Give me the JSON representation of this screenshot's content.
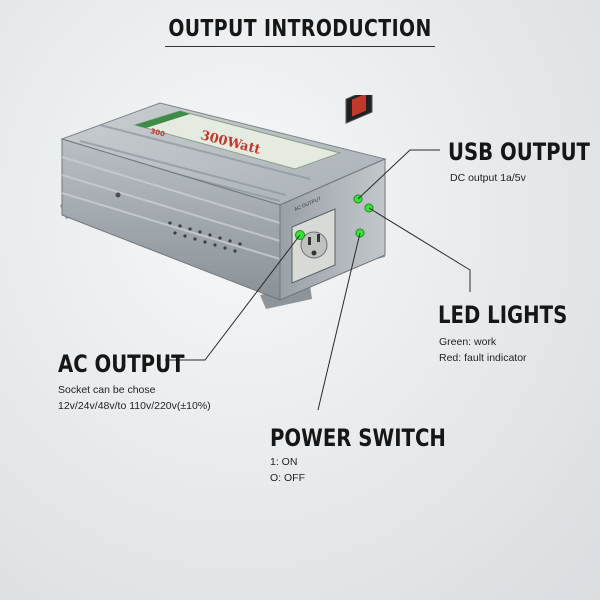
{
  "page": {
    "title": "OUTPUT INTRODUCTION"
  },
  "device": {
    "label_watt": "300Watt",
    "label_brand": "300",
    "label_socket": "AC OUTPUT"
  },
  "sections": {
    "usb_output": {
      "heading": "USB OUTPUT",
      "lines": [
        "DC output 1a/5v"
      ]
    },
    "led_lights": {
      "heading": "LED LIGHTS",
      "lines": [
        "Green: work",
        "Red: fault indicator"
      ]
    },
    "ac_output": {
      "heading": "AC OUTPUT",
      "lines": [
        "Socket can be chose",
        "12v/24v/48v/to 110v/220v(±10%)"
      ]
    },
    "power_switch": {
      "heading": "POWER SWITCH",
      "lines": [
        "1: ON",
        "O: OFF"
      ]
    }
  },
  "colors": {
    "indicator_green": "#37e637",
    "leader_line": "#2a2a2a"
  }
}
